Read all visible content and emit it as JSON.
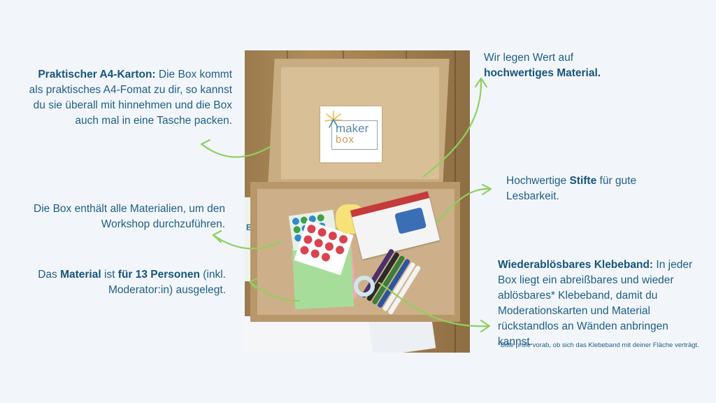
{
  "left_blocks": [
    {
      "bold": "Praktischer A4-Karton:",
      "text": " Die Box kommt als praktisches A4-Fomat zu dir, so kannst du sie überall mit hinnehmen und die Box auch mal in eine Tasche packen."
    },
    {
      "text": "Die Box enthält alle Materialien, um den Workshop durchzuführen."
    },
    {
      "pre": "Das ",
      "bold1": "Material",
      "mid": " ist ",
      "bold2": "für 13 Personen",
      "post": " (inkl. Moderator:in) ausgelegt."
    }
  ],
  "right_blocks": {
    "material": {
      "pre": "Wir legen Wert auf",
      "bold": "hochwertiges Material."
    },
    "stifte": {
      "pre": "Hochwertige ",
      "bold": "Stifte",
      "post": " für gute Lesbarkeit."
    },
    "klebeband": {
      "bold": "Wiederablösbares Klebeband:",
      "text": " In jeder Box liegt ein abreißbares und wieder ablösbares* Klebeband, damit du Moderationskarten und Material rückstandlos an Wänden anbringen kannst."
    },
    "footnote": "*Bitte prüfe vorab, ob sich das Klebeband mit deiner Fläche verträgt."
  },
  "photo": {
    "label_maker": "maker",
    "label_box": "box",
    "paper_text": "BEF"
  },
  "colors": {
    "text": "#1f5f83",
    "arrow": "#8fd05e",
    "background": "#f2f6fb"
  }
}
